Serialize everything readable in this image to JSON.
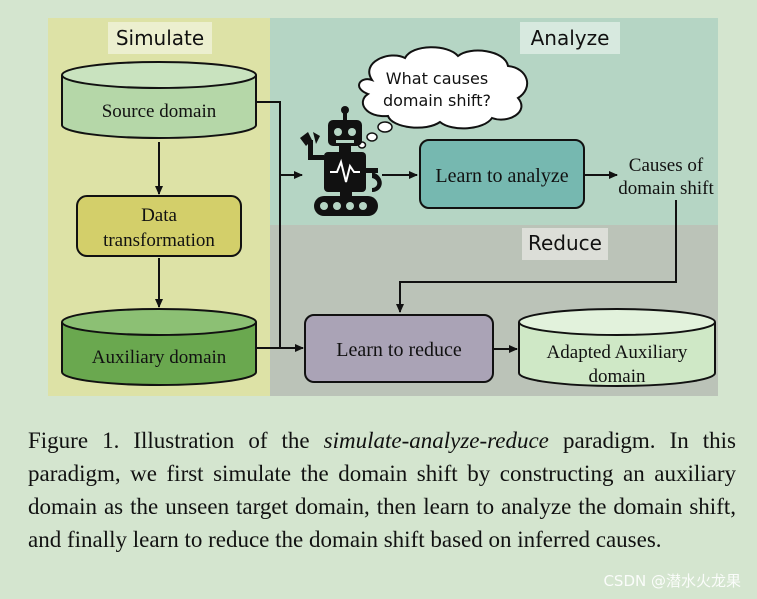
{
  "regions": {
    "simulate": "Simulate",
    "analyze": "Analyze",
    "reduce": "Reduce"
  },
  "nodes": {
    "source_domain": "Source domain",
    "data_transformation_line1": "Data",
    "data_transformation_line2": "transformation",
    "auxiliary_domain": "Auxiliary domain",
    "thought_line1": "What causes",
    "thought_line2": "domain shift?",
    "learn_to_analyze": "Learn to analyze",
    "causes_line1": "Causes of",
    "causes_line2": "domain shift",
    "learn_to_reduce": "Learn to reduce",
    "adapted_line1": "Adapted Auxiliary",
    "adapted_line2": "domain"
  },
  "caption": {
    "prefix": "Figure 1. Illustration of the ",
    "italic": "simulate-analyze-reduce",
    "suffix": " paradigm. In this paradigm, we first simulate the domain shift by constructing an auxiliary domain as the unseen target domain, then learn to analyze the domain shift, and finally learn to reduce the domain shift based on inferred causes."
  },
  "watermark": "CSDN @潜水火龙果",
  "colors": {
    "simulate_bg": "#dde2a6",
    "analyze_bg": "#b5d5c4",
    "reduce_bg": "#bbc3b8",
    "source_cyl": "#b5d7a8",
    "aux_cyl": "#6aa84f",
    "data_box": "#d3cf6a",
    "analyze_box": "#76b8b0",
    "reduce_box": "#aaa3b6",
    "adapted_cyl": "#cfe8c6"
  }
}
